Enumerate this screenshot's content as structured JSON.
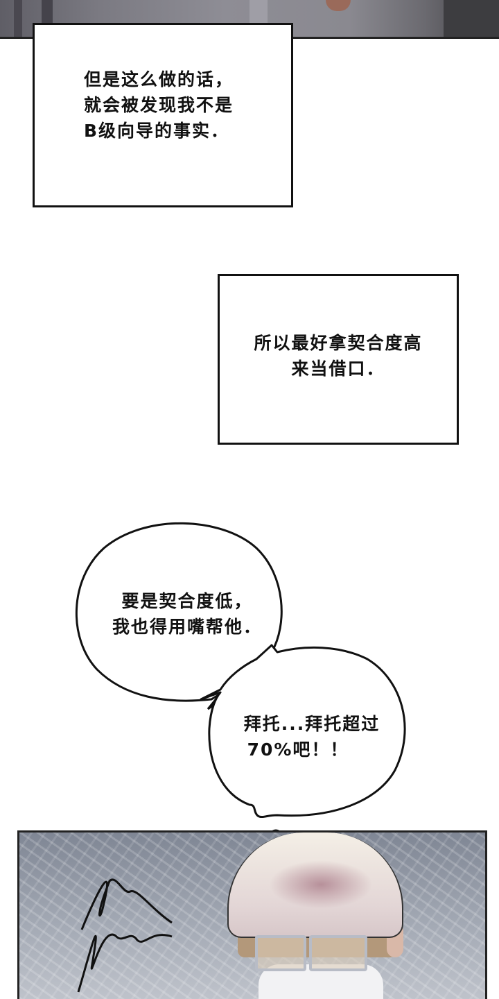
{
  "page": {
    "type": "webtoon-page",
    "background": "#ffffff"
  },
  "top_panel": {
    "description": "cropped artwork panel with characters (grey clothing, hand)"
  },
  "captions": [
    {
      "id": "caption-1",
      "lines": [
        "但是这么做的话，",
        "就会被发现我不是",
        "B级向导的事实．"
      ]
    },
    {
      "id": "caption-2",
      "lines": [
        "所以最好拿契合度高",
        "来当借口．"
      ]
    }
  ],
  "speech_bubbles": [
    {
      "id": "bubble-1",
      "lines": [
        "要是契合度低，",
        "我也得用嘴帮他．"
      ]
    },
    {
      "id": "bubble-2",
      "lines": [
        "拜托...拜托超过",
        "70%吧！！"
      ]
    }
  ],
  "bottom_panel": {
    "description": "character in white cap, glasses and face mask, blushing, with scribble effects",
    "colors": {
      "background": "#8a909c",
      "cap": "#f1ebe2",
      "blush": "#b7909a"
    }
  }
}
